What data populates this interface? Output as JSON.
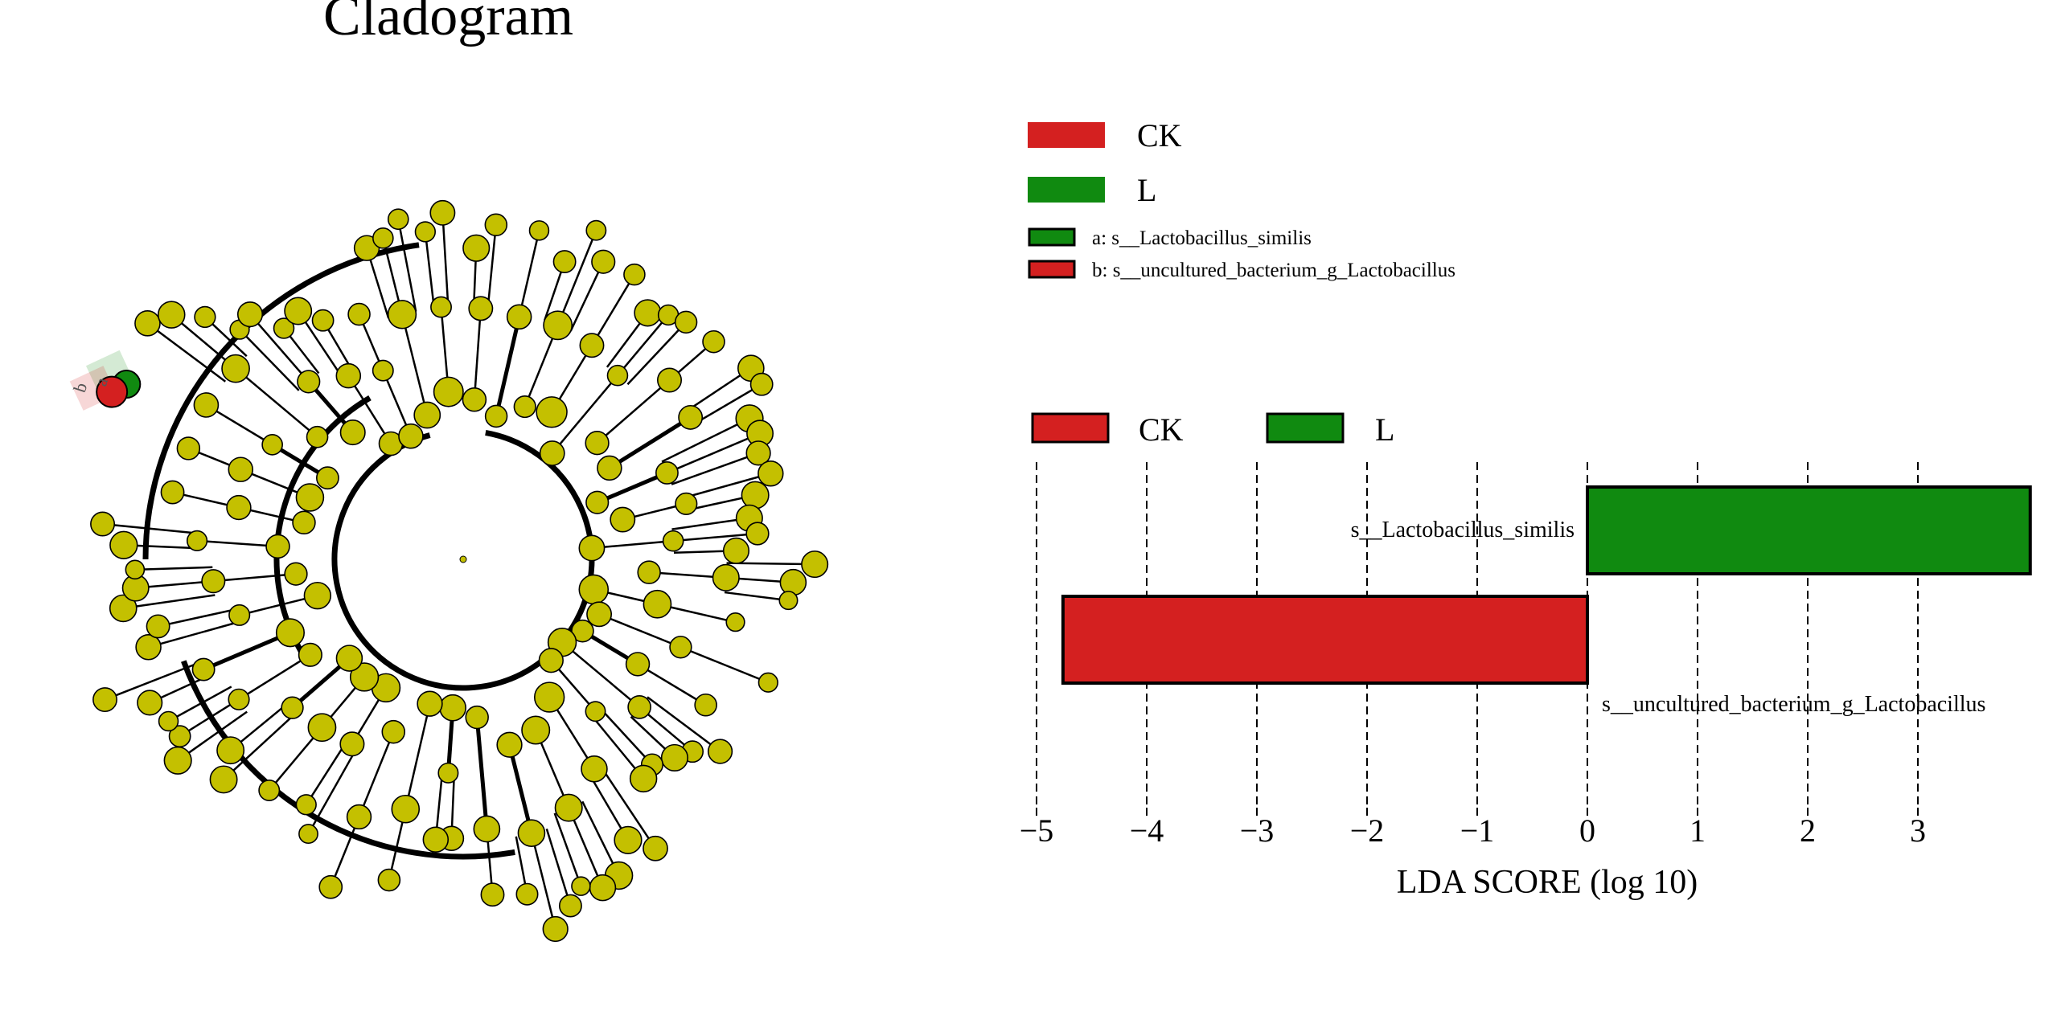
{
  "cladogram": {
    "title": "Cladogram",
    "legend": [
      {
        "name": "CK",
        "color": "#d42020"
      },
      {
        "name": "L",
        "color": "#108a10"
      }
    ],
    "biomarkers": [
      {
        "code": "a",
        "text": "a: s__Lactobacillus_similis",
        "group": "L"
      },
      {
        "code": "b",
        "text": "b: s__uncultured_bacterium_g_Lactobacillus",
        "group": "CK"
      }
    ],
    "node_color": "#c4c000"
  },
  "chart_data": {
    "type": "bar",
    "orientation": "horizontal",
    "legend": [
      {
        "name": "CK",
        "color": "#d42020"
      },
      {
        "name": "L",
        "color": "#108a10"
      }
    ],
    "categories": [
      "s__Lactobacillus_similis",
      "s__uncultured_bacterium_g_Lactobacillus"
    ],
    "values": [
      4.02,
      -4.76
    ],
    "groups": [
      "L",
      "CK"
    ],
    "xlabel": "LDA SCORE (log 10)",
    "xlim": [
      -5,
      4
    ],
    "xticks": [
      -5,
      -4,
      -3,
      -2,
      -1,
      0,
      1,
      2,
      3
    ],
    "xtick_labels": [
      "−5",
      "−4",
      "−3",
      "−2",
      "−1",
      "0",
      "1",
      "2",
      "3"
    ],
    "grid": "vertical-dashed",
    "legend_position": "top-left"
  }
}
